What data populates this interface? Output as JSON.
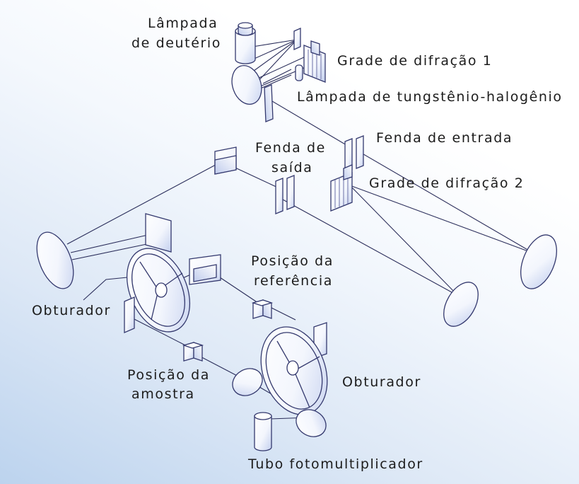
{
  "labels": {
    "deuterium_lamp_line1": "Lâmpada",
    "deuterium_lamp_line2": "de deutério",
    "grating_1": "Grade de difração 1",
    "tungsten_lamp": "Lâmpada de tungstênio-halogênio",
    "entrance_slit": "Fenda de entrada",
    "exit_slit_line1": "Fenda de",
    "exit_slit_line2": "saída",
    "grating_2": "Grade de difração 2",
    "reference_position_line1": "Posição da",
    "reference_position_line2": "referência",
    "shutter_left": "Obturador",
    "sample_position_line1": "Posição da",
    "sample_position_line2": "amostra",
    "shutter_right": "Obturador",
    "photomultiplier": "Tubo fotomultiplicador"
  },
  "colors": {
    "ink": "#34396e",
    "ray": "#2a2d5a",
    "optic_fill": "#ffffff",
    "optic_shade": "#c3cfee",
    "background_tint": "#bcd3ee"
  }
}
